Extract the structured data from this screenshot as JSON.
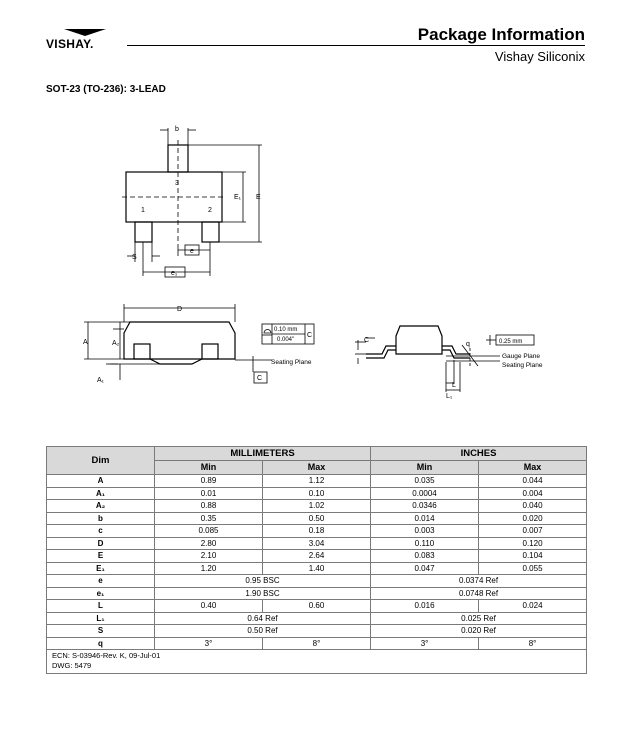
{
  "header": {
    "logo_text": "VISHAY.",
    "title": "Package Information",
    "subtitle": "Vishay Siliconix"
  },
  "package_title": "SOT-23 (TO-236): 3-LEAD",
  "drawing": {
    "top_view": {
      "label_b": "b",
      "label_3": "3",
      "label_1": "1",
      "label_2": "2",
      "label_E1": "E₁",
      "label_E": "E",
      "label_e": "e",
      "label_e1": "e₁",
      "label_S": "S"
    },
    "side_view": {
      "label_D": "D",
      "label_A": "A",
      "label_A2": "A₂",
      "label_A1": "A₁",
      "fcf_left": "0.10 mm",
      "fcf_right": "0.004\"",
      "fcf_datum": "C",
      "datum_c": "C",
      "seating_plane": "Seating Plane"
    },
    "end_view": {
      "label_C": "C",
      "label_q": "q",
      "box": "0.25 mm",
      "gauge_plane": "Gauge Plane",
      "seating_plane": "Seating Plane",
      "label_L": "L",
      "label_L1": "L₁"
    }
  },
  "table": {
    "dim_header": "Dim",
    "groups": [
      "MILLIMETERS",
      "INCHES"
    ],
    "subheaders": [
      "Min",
      "Max",
      "Min",
      "Max"
    ],
    "rows": [
      {
        "dim": "A",
        "mm_min": "0.89",
        "mm_max": "1.12",
        "in_min": "0.035",
        "in_max": "0.044"
      },
      {
        "dim": "A₁",
        "mm_min": "0.01",
        "mm_max": "0.10",
        "in_min": "0.0004",
        "in_max": "0.004"
      },
      {
        "dim": "A₂",
        "mm_min": "0.88",
        "mm_max": "1.02",
        "in_min": "0.0346",
        "in_max": "0.040"
      },
      {
        "dim": "b",
        "mm_min": "0.35",
        "mm_max": "0.50",
        "in_min": "0.014",
        "in_max": "0.020"
      },
      {
        "dim": "c",
        "mm_min": "0.085",
        "mm_max": "0.18",
        "in_min": "0.003",
        "in_max": "0.007"
      },
      {
        "dim": "D",
        "mm_min": "2.80",
        "mm_max": "3.04",
        "in_min": "0.110",
        "in_max": "0.120"
      },
      {
        "dim": "E",
        "mm_min": "2.10",
        "mm_max": "2.64",
        "in_min": "0.083",
        "in_max": "0.104"
      },
      {
        "dim": "E₁",
        "mm_min": "1.20",
        "mm_max": "1.40",
        "in_min": "0.047",
        "in_max": "0.055"
      }
    ],
    "row_e": {
      "dim": "e",
      "mm": "0.95 BSC",
      "in": "0.0374 Ref"
    },
    "row_e1": {
      "dim": "e₁",
      "mm": "1.90 BSC",
      "in": "0.0748 Ref"
    },
    "row_L": {
      "dim": "L",
      "mm_min": "0.40",
      "mm_max": "0.60",
      "in_min": "0.016",
      "in_max": "0.024"
    },
    "row_L1": {
      "dim": "L₁",
      "mm": "0.64 Ref",
      "in": "0.025 Ref"
    },
    "row_S": {
      "dim": "S",
      "mm": "0.50 Ref",
      "in": "0.020 Ref"
    },
    "row_q": {
      "dim": "q",
      "mm_min": "3°",
      "mm_max": "8°",
      "in_min": "3°",
      "in_max": "8°"
    },
    "ecn": "ECN: S-03946-Rev. K, 09-Jul-01",
    "dwg": "DWG: 5479"
  }
}
